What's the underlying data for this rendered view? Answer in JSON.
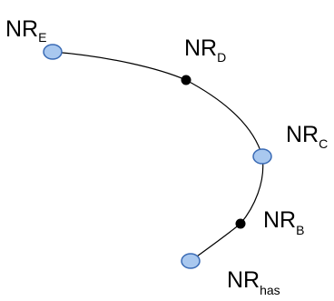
{
  "nodes": {
    "e": {
      "label_main": "NR",
      "label_sub": "E",
      "marker": "open",
      "color": "#a9c8ef"
    },
    "d": {
      "label_main": "NR",
      "label_sub": "D",
      "marker": "filled",
      "color": "#000000"
    },
    "c": {
      "label_main": "NR",
      "label_sub": "C",
      "marker": "open",
      "color": "#a9c8ef"
    },
    "b": {
      "label_main": "NR",
      "label_sub": "B",
      "marker": "filled",
      "color": "#000000"
    },
    "has": {
      "label_main": "NR",
      "label_sub": "has",
      "marker": "open",
      "color": "#a9c8ef"
    }
  },
  "edge": {
    "color": "#000000"
  },
  "marker_outline": "#3a6bb5"
}
